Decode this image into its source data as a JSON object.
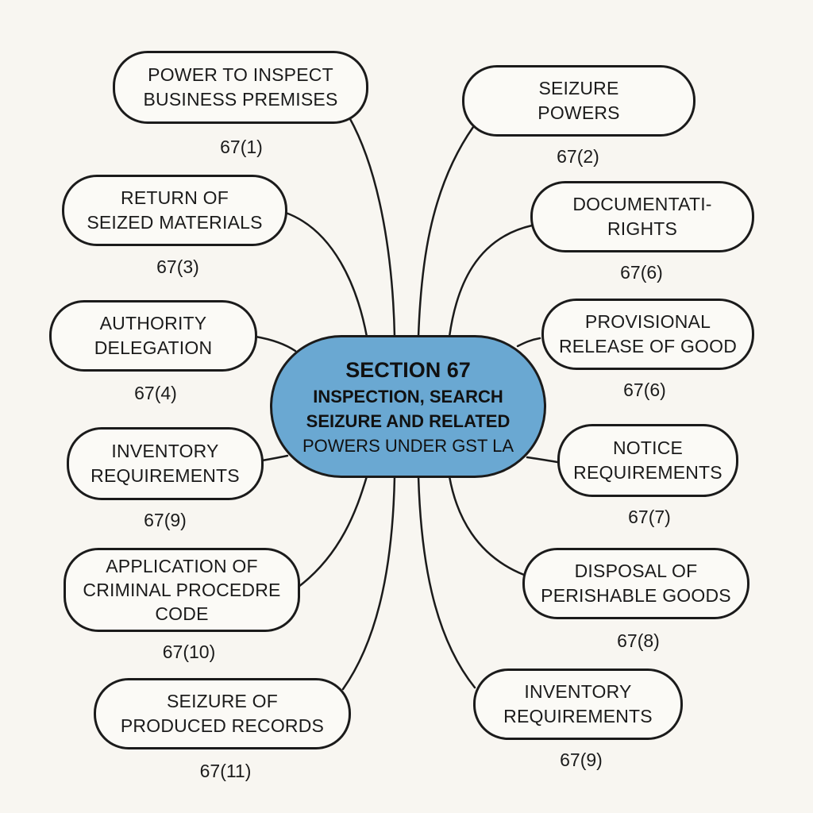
{
  "center": {
    "title": "SECTION 67",
    "line1": "INSPECTION, SEARCH",
    "line2": "SEIZURE AND RELATED",
    "line3": "POWERS UNDER GST LA"
  },
  "nodes": [
    {
      "line1": "POWER TO INSPECT",
      "line2": "BUSINESS PREMISES",
      "code": "67(1)"
    },
    {
      "line1": "RETURN OF",
      "line2": "SEIZED MATERIALS",
      "code": "67(3)"
    },
    {
      "line1": "AUTHORITY",
      "line2": "DELEGATION",
      "code": "67(4)"
    },
    {
      "line1": "INVENTORY",
      "line2": "REQUIREMENTS",
      "code": "67(9)"
    },
    {
      "line1": "APPLICATION OF",
      "line2": "CRIMINAL PROCEDRE",
      "line3": "CODE",
      "code": "67(10)"
    },
    {
      "line1": "SEIZURE OF",
      "line2": "PRODUCED RECORDS",
      "code": "67(11)"
    },
    {
      "line1": "SEIZURE",
      "line2": "POWERS",
      "code": "67(2)"
    },
    {
      "line1": "DOCUMENTATI-",
      "line2": "RIGHTS",
      "code": "67(6)"
    },
    {
      "line1": "PROVISIONAL",
      "line2": "RELEASE OF GOOD",
      "code": "67(6)"
    },
    {
      "line1": "NOTICE",
      "line2": "REQUIREMENTS",
      "code": "67(7)"
    },
    {
      "line1": "DISPOSAL OF",
      "line2": "PERISHABLE GOODS",
      "code": "67(8)"
    },
    {
      "line1": "INVENTORY",
      "line2": "REQUIREMENTS",
      "code": "67(9)"
    }
  ],
  "colors": {
    "center_fill": "#6aa8d2",
    "stroke": "#1b1b1b",
    "background": "#f8f6f1"
  }
}
